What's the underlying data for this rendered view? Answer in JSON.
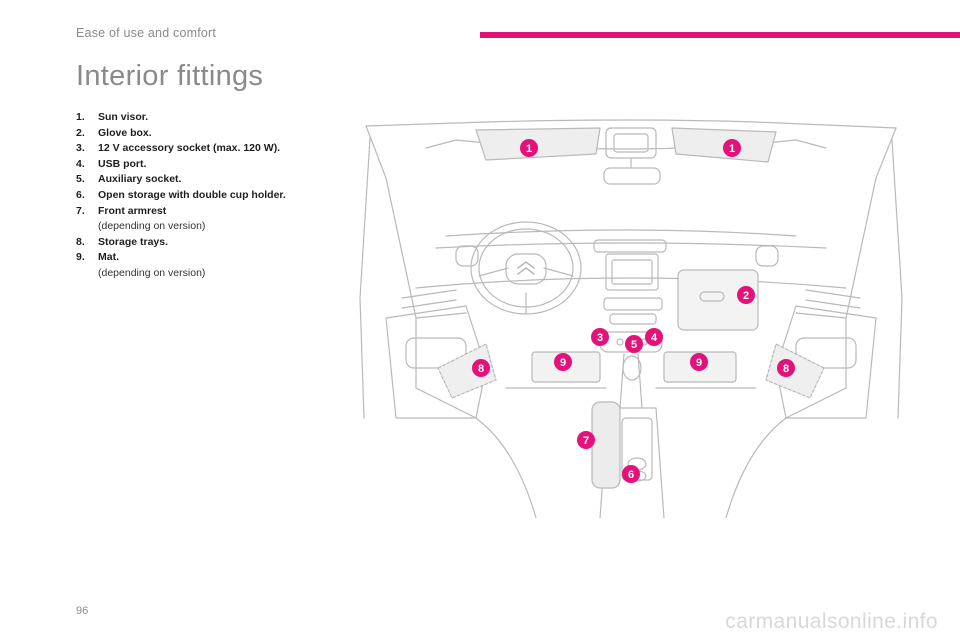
{
  "header": {
    "section": "Ease of use and comfort",
    "accent_color": "#e2127a"
  },
  "page": {
    "title": "Interior fittings",
    "number": "96"
  },
  "legend": [
    {
      "num": "1.",
      "label": "Sun visor.",
      "note": ""
    },
    {
      "num": "2.",
      "label": "Glove box.",
      "note": ""
    },
    {
      "num": "3.",
      "label": "12 V accessory socket (max. 120 W).",
      "note": ""
    },
    {
      "num": "4.",
      "label": "USB port.",
      "note": ""
    },
    {
      "num": "5.",
      "label": "Auxiliary socket.",
      "note": ""
    },
    {
      "num": "6.",
      "label": "Open storage with double cup holder.",
      "note": ""
    },
    {
      "num": "7.",
      "label": "Front armrest",
      "note": "(depending on version)"
    },
    {
      "num": "8.",
      "label": "Storage trays.",
      "note": ""
    },
    {
      "num": "9.",
      "label": "Mat.",
      "note": "(depending on version)"
    }
  ],
  "illustration": {
    "callout_color": "#e2127a",
    "callouts": [
      "1",
      "1",
      "2",
      "3",
      "4",
      "5",
      "6",
      "7",
      "8",
      "8",
      "9",
      "9"
    ]
  },
  "watermark": "carmanualsonline.info"
}
